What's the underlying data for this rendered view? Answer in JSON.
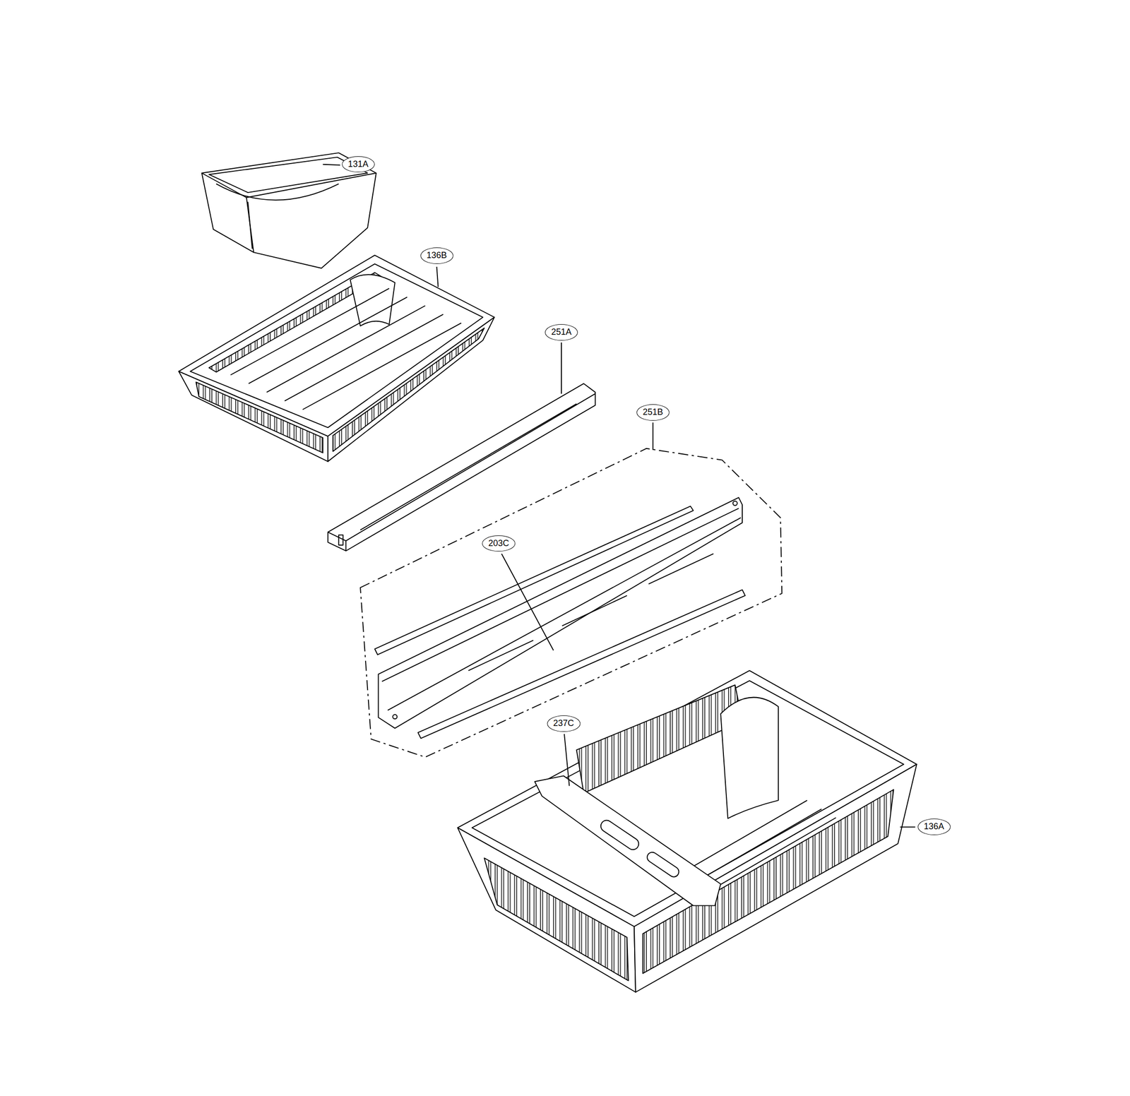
{
  "diagram": {
    "labels": [
      "131A",
      "136B",
      "251A",
      "251B",
      "203C",
      "237C",
      "136A"
    ]
  }
}
